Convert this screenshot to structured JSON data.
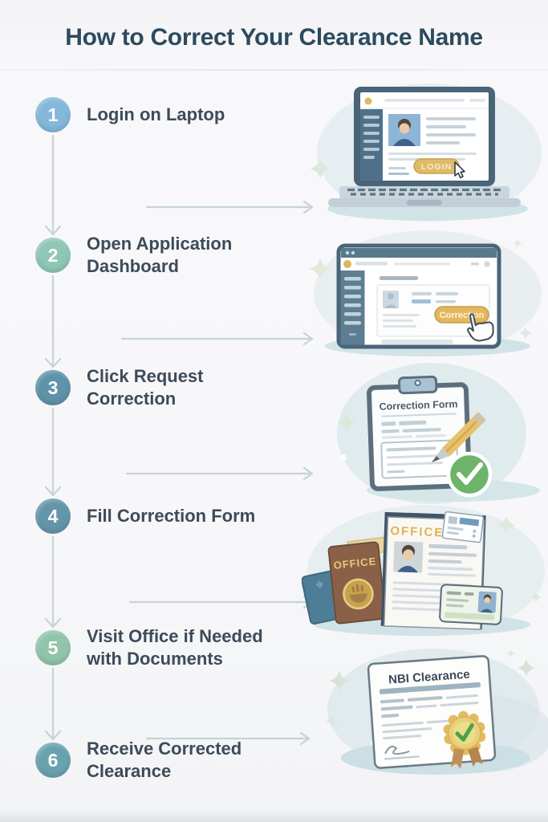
{
  "title": "How to Correct Your Clearance Name",
  "steps": [
    {
      "number": "1",
      "lines": [
        "Login on Laptop",
        ""
      ]
    },
    {
      "number": "2",
      "lines": [
        "Open Application",
        "Dashboard"
      ]
    },
    {
      "number": "3",
      "lines": [
        "Click Request",
        "Correction"
      ]
    },
    {
      "number": "4",
      "lines": [
        "Fill Correction Form",
        ""
      ]
    },
    {
      "number": "5",
      "lines": [
        "Visit Office if Needed",
        "with Documents"
      ]
    },
    {
      "number": "6",
      "lines": [
        "Receive Corrected",
        "Clearance"
      ]
    }
  ],
  "illustrations": {
    "laptop": {
      "login_button": "LOGIN"
    },
    "dashboard": {
      "correction_button": "Correction"
    },
    "clipboard": {
      "form_title": "Correction Form"
    },
    "documents": {
      "passport_label": "OFFICE",
      "document_header": "OFFICE"
    },
    "certificate": {
      "title": "NBI Clearance"
    }
  },
  "colors": {
    "title_text": "#2d4a5e",
    "step_text": "#3d4b59",
    "connector": "#c6d4d3",
    "badge_colors": [
      "#83b8d9",
      "#8fc6b5",
      "#5e93a9",
      "#6396aa",
      "#92c4ab",
      "#69a2af"
    ],
    "accent_gold": "#e0b960",
    "success_green": "#6db46a",
    "slate_frame": "#4a6478"
  }
}
